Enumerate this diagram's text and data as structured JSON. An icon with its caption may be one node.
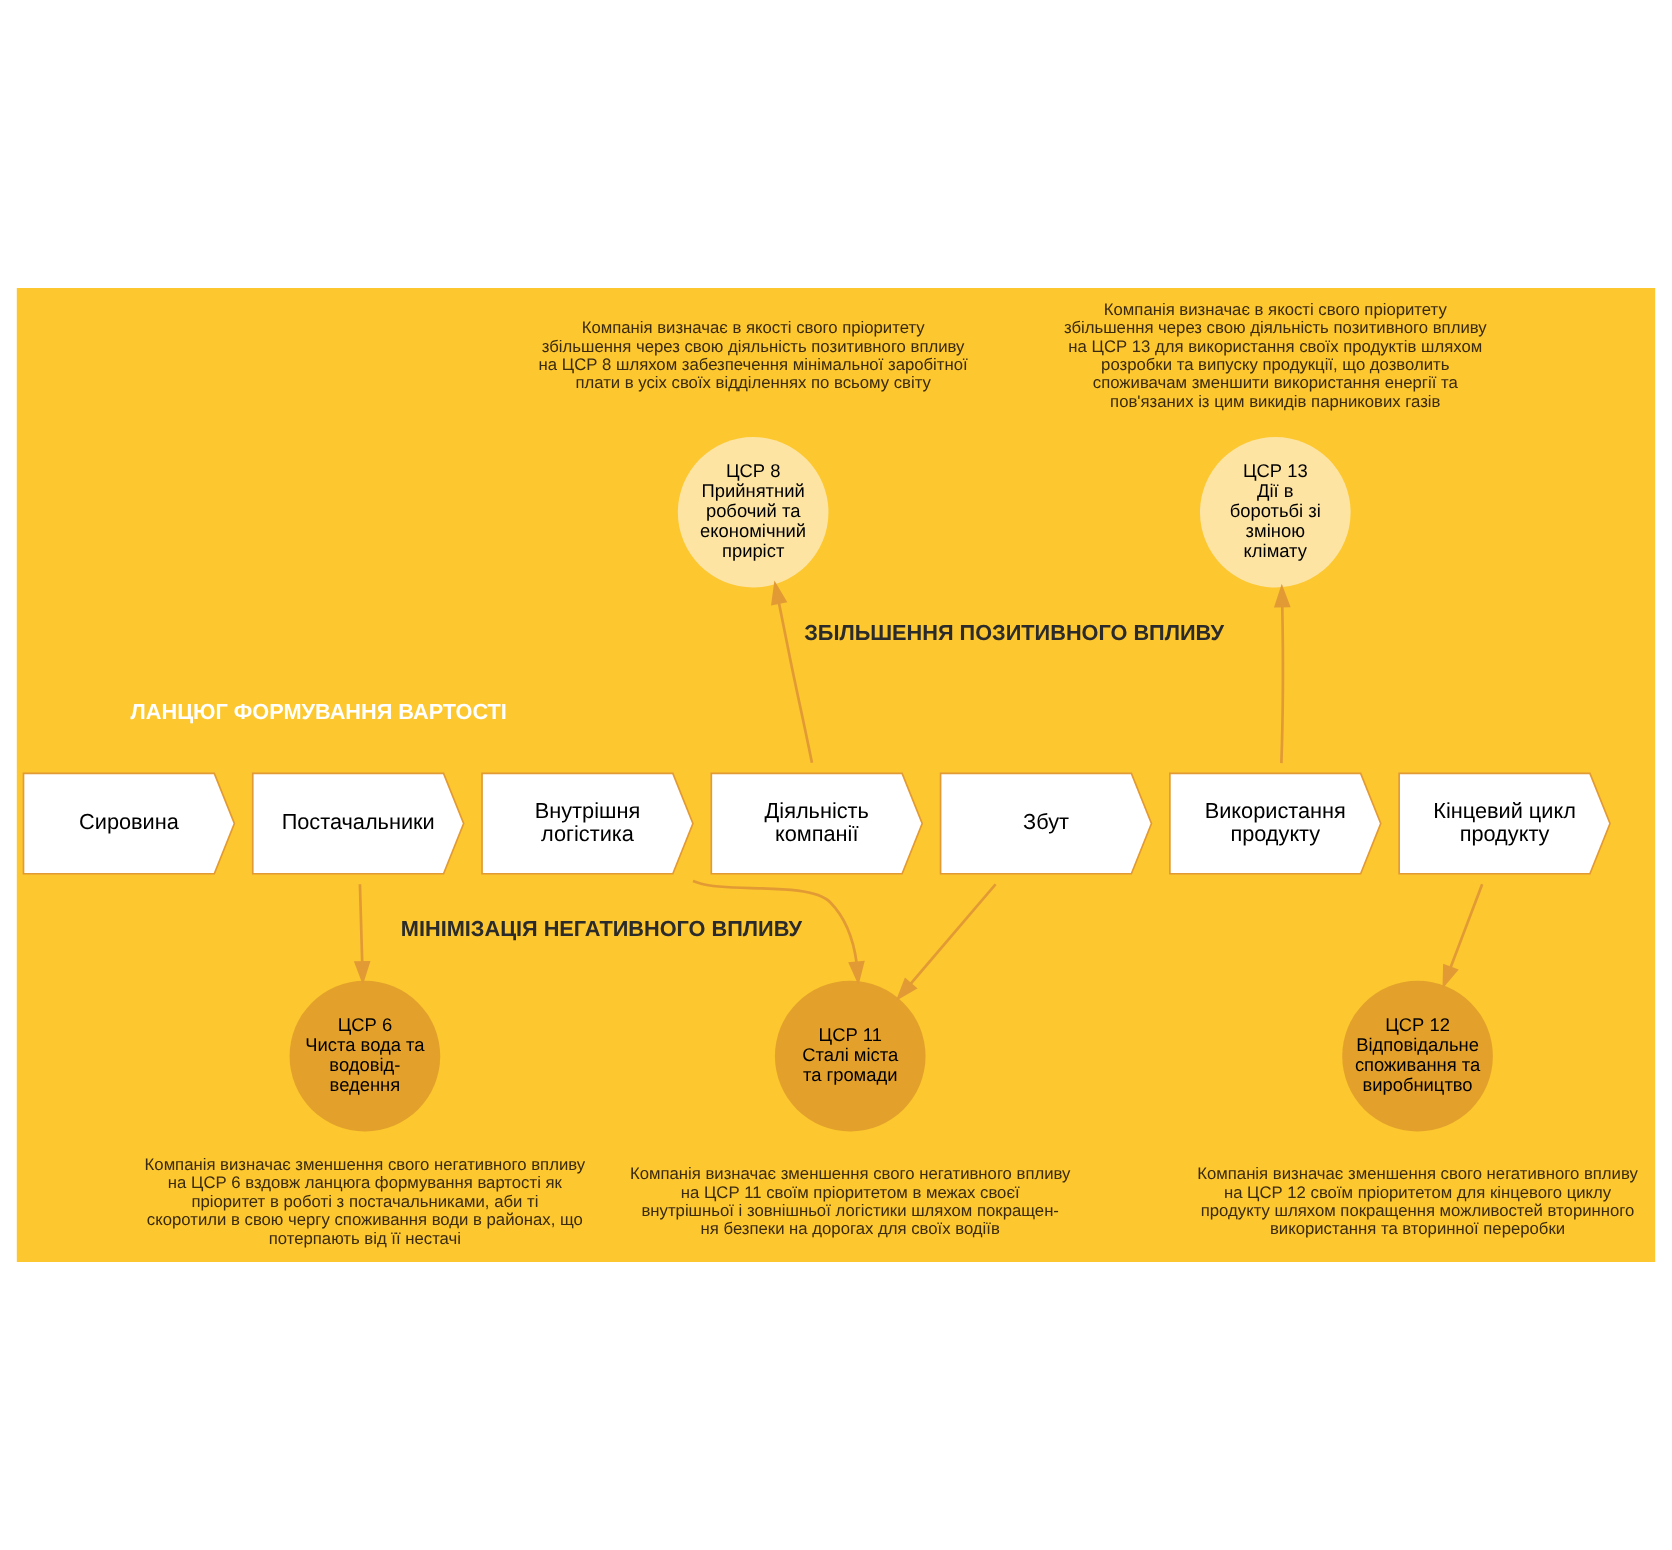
{
  "diagram": {
    "nodes": [
      {
        "text": [
          "ЦСР 8",
          "Прийнятний робочий та економічний приріст"
        ],
        "beside": [
          "Компанія визначає в якості свого пріоритету збільшення через свою діяльність позитивного впливу на ЦСР 8 шляхом забезпечення мінімальної заробітної плати в усіх своїх відділеннях по всьому світу"
        ]
      },
      {
        "text": [
          "ЦСР 13",
          "Дії в боротьбі зі зміною клімату"
        ],
        "beside": [
          "Компанія визначає в якості свого пріоритету збільшення через свою діяльність позитивного впливу на ЦСР 13 для використання своїх продуктів шляхом розробки та випуску продукції, що дозволить споживачам зменшити використання енергії та пов'язаних із цим викидів парникових газів"
        ]
      },
      {
        "text": [
          "Сировина"
        ]
      },
      {
        "text": [
          "Постачальники"
        ]
      },
      {
        "text": [
          "Внутрішня логістика"
        ]
      },
      {
        "text": [
          "Діяльність компанії"
        ]
      },
      {
        "text": [
          "Збут"
        ]
      },
      {
        "text": [
          "Використання продукту"
        ]
      },
      {
        "text": [
          "Кінцевий цикл продукту"
        ]
      },
      {
        "text": [
          "ЦСР 6",
          "Чиста вода та водовід-ведення"
        ],
        "beside": [
          "Компанія визначає зменшення свого негативного впливу на ЦСР 6 вздовж ланцюга формування вартості як пріоритет в роботі з постачальниками, аби ті скоротили в свою чергу споживання води в районах, що потерпають від її нестачі"
        ]
      },
      {
        "text": [
          "ЦСР 11",
          "Сталі міста та громади"
        ],
        "beside": [
          "Компанія визначає зменшення свого негативного впливу на ЦСР 11 своїм пріоритетом в межах своєї внутрішньої і зовнішньої логістики шляхом покращен-ня безпеки на дорогах для своїх водіїв"
        ]
      },
      {
        "text": [
          "ЦСР 12",
          "Відповідальне споживання та виробництво"
        ],
        "beside": [
          "Компанія визначає зменшення свого негативного впливу на ЦСР 12 своїм пріоритетом для кінцевого циклу продукту шляхом покращення можливостей вторинного використання та вторинної переробки"
        ]
      }
    ],
    "edges": [
      {
        "from": 5,
        "to": 0,
        "arrow": "to"
      },
      {
        "from": 7,
        "to": 1,
        "arrow": "to"
      },
      {
        "from": 3,
        "to": 9,
        "arrow": "to"
      },
      {
        "from": 4,
        "to": 10,
        "arrow": "to"
      },
      {
        "from": 6,
        "to": 10,
        "arrow": "to"
      },
      {
        "from": 8,
        "to": 11,
        "arrow": "to"
      }
    ],
    "labels": [
      "ЗБІЛЬШЕННЯ ПОЗИТИВНОГО ВПЛИВУ",
      "ЛАНЦЮГ ФОРМУВАННЯ ВАРТОСТІ",
      "МІНІМІЗАЦІЯ НЕГАТИВНОГО ВПЛИВУ"
    ]
  }
}
